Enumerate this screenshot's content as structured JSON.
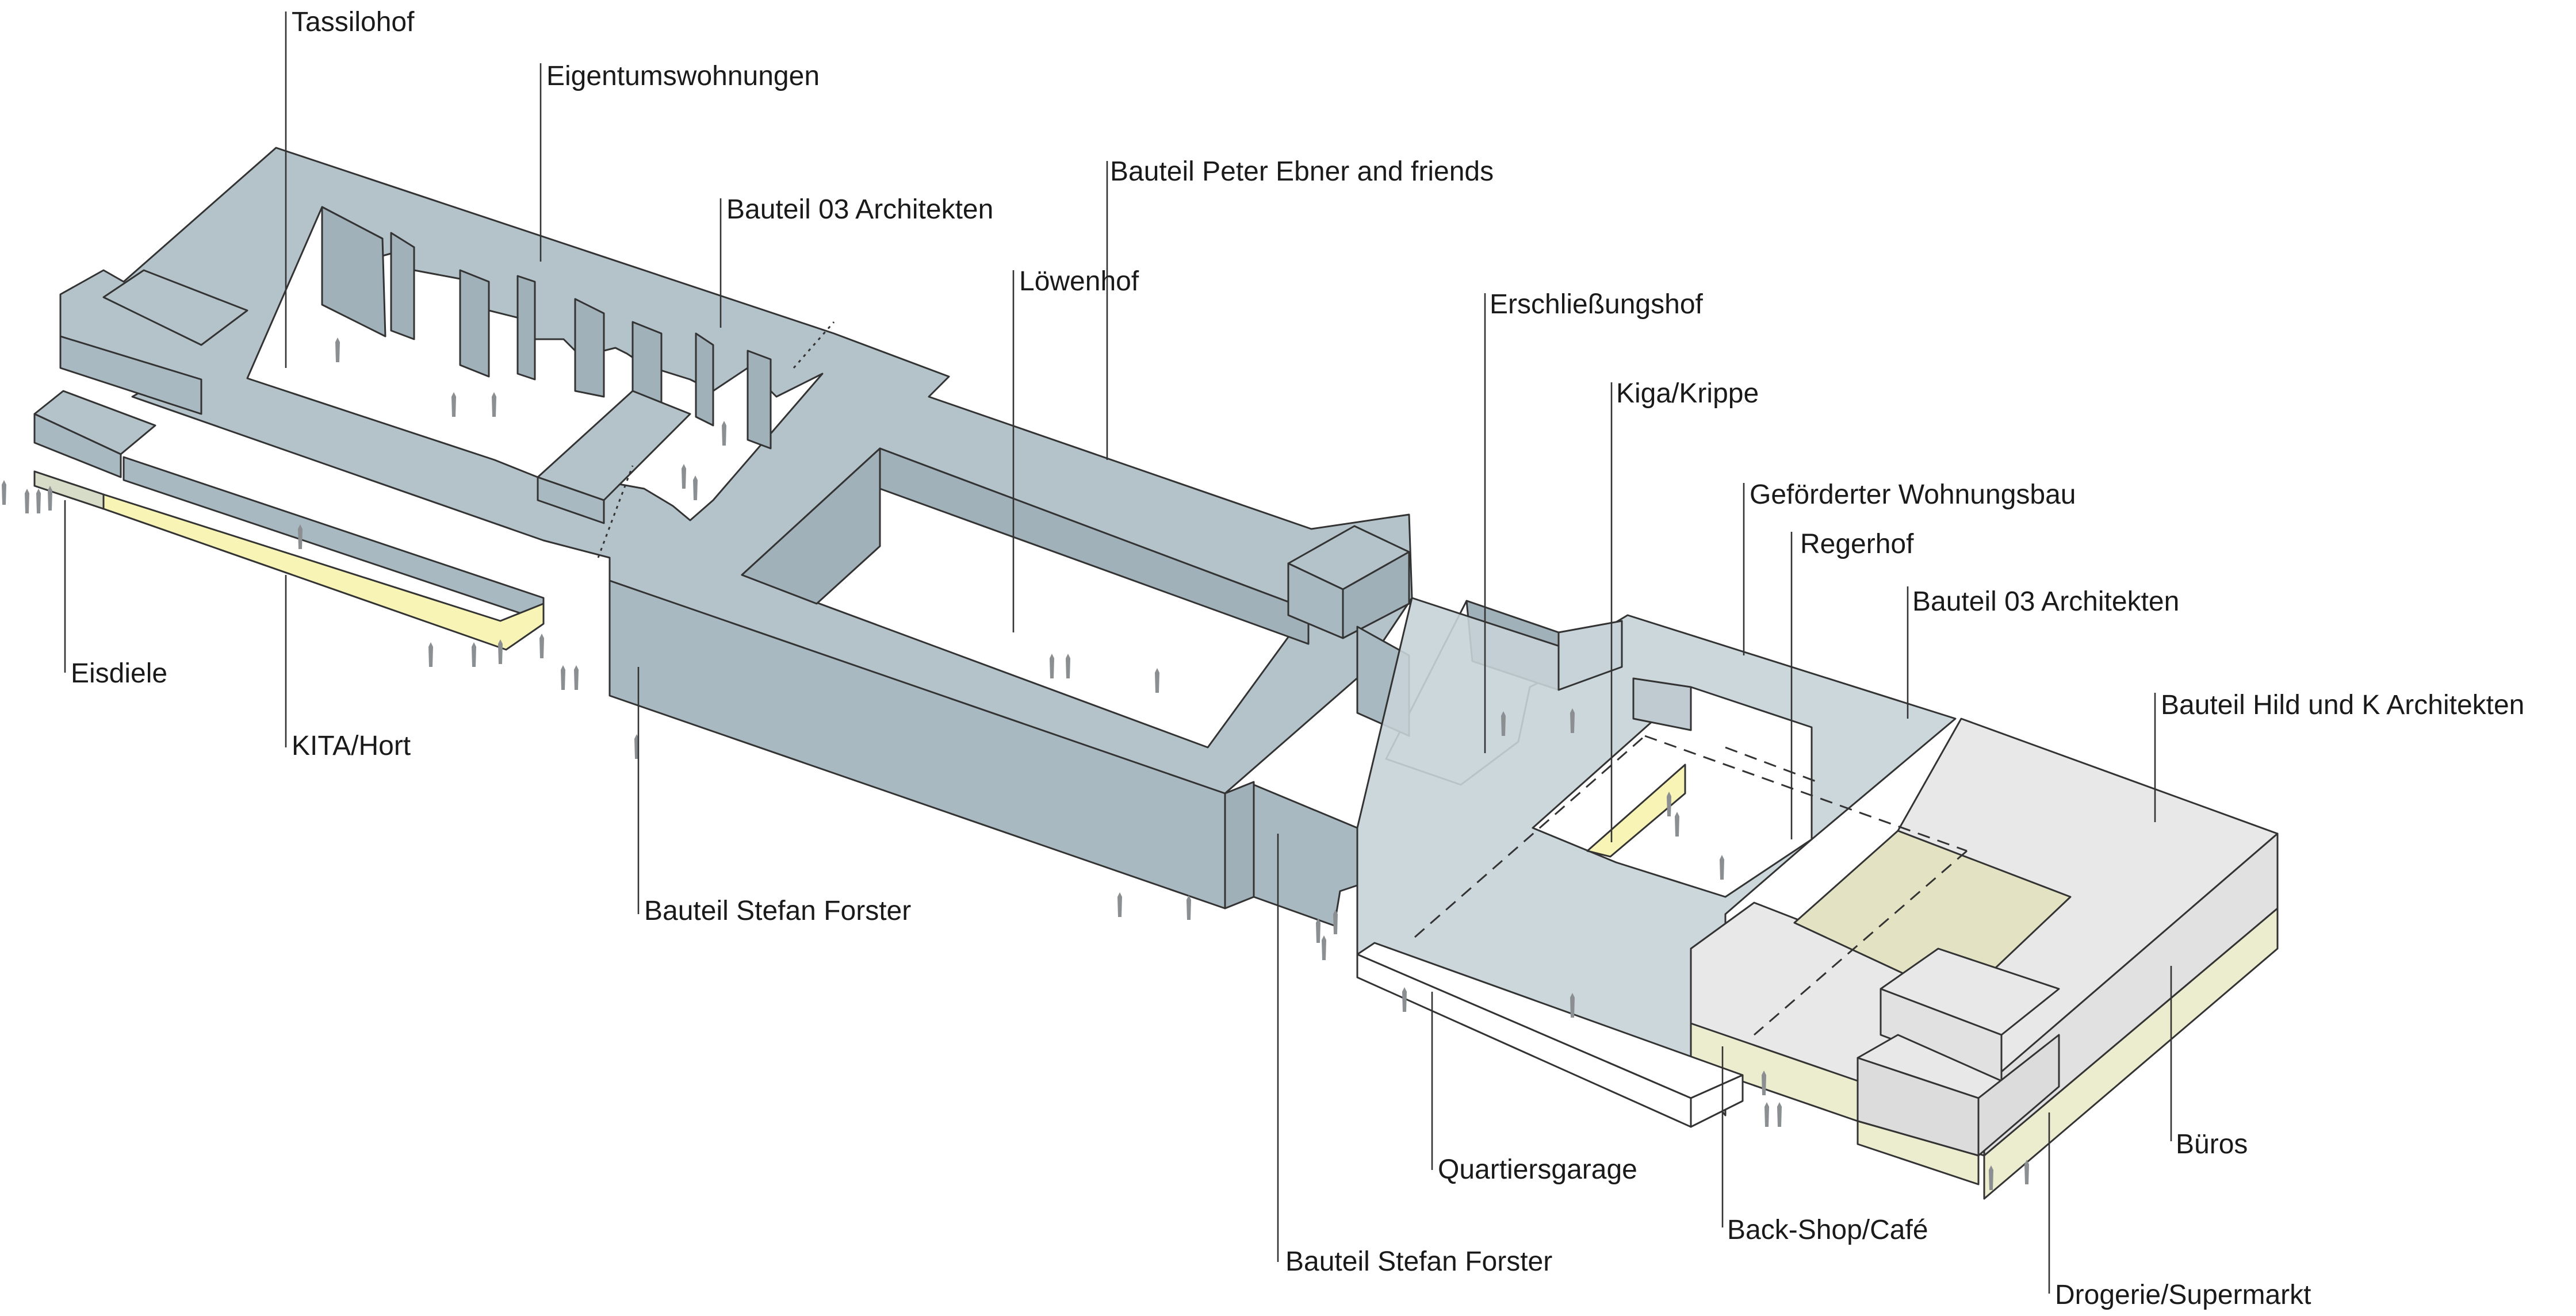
{
  "colors": {
    "block_roof": "#b4c3ca",
    "block_side": "#a9b9c1",
    "block_side_dark": "#9fb0b9",
    "transparent_block": "#c7d3d8",
    "grey_block_top": "#e8e8e8",
    "grey_block_side": "#e1e1e1",
    "retail_beige": "#ececcf",
    "yellow_use": "#f8f4b6",
    "courtyard": "#ffffff",
    "lines": "#333333",
    "people": "#8c8f91"
  },
  "labels": {
    "tassilohof": "Tassilohof",
    "eigentumswohnungen": "Eigentumswohnungen",
    "bauteil_03_architekten_west": "Bauteil 03 Architekten",
    "bauteil_peter_ebner": "Bauteil Peter Ebner and friends",
    "loewenhof": "Löwenhof",
    "erschliessungshof": "Erschließungshof",
    "kiga_krippe": "Kiga/Krippe",
    "gefoerderter_wohnungsbau": "Geförderter Wohnungsbau",
    "regerhof": "Regerhof",
    "bauteil_03_architekten_east": "Bauteil 03 Architekten",
    "bauteil_hild_und_k": "Bauteil Hild und K Architekten",
    "eisdiele": "Eisdiele",
    "kita_hort": "KITA/Hort",
    "bauteil_stefan_forster_west": "Bauteil Stefan Forster",
    "quartiersgarage": "Quartiersgarage",
    "bauteil_stefan_forster_south": "Bauteil Stefan Forster",
    "back_shop_cafe": "Back-Shop/Café",
    "bueros": "Büros",
    "drogerie_supermarkt": "Drogerie/Supermarkt"
  }
}
